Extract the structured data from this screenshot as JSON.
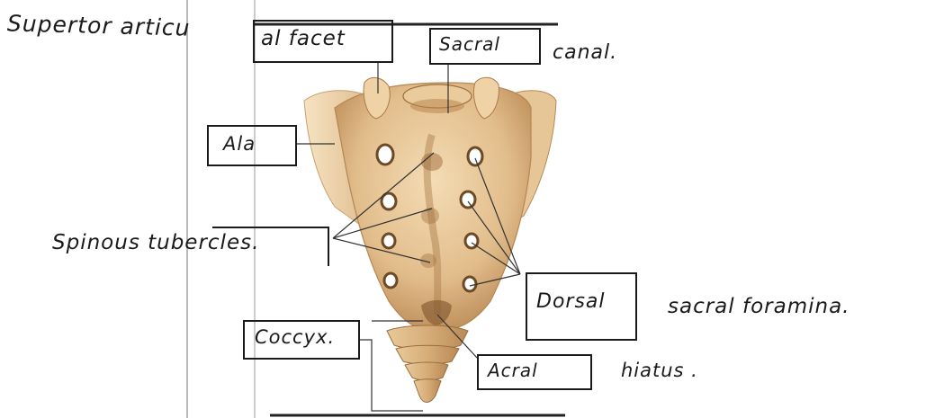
{
  "labels": {
    "superior_articular_facet_part1": "Supertor articu",
    "superior_articular_facet_part2": "al facet",
    "sacral_canal_box": "Sacral",
    "sacral_canal_tail": "canal.",
    "ala": "Ala",
    "spinous_tubercles": "Spinous tubercles.",
    "dorsal_sacral_foramina_box": "Dorsal",
    "dorsal_sacral_foramina_tail": "sacral foramina.",
    "coccyx": "Coccyx.",
    "sacral_hiatus_box": "Acral",
    "sacral_hiatus_tail": "hiatus ."
  },
  "colors": {
    "bone_light": "#f2d9b0",
    "bone_mid": "#dcb483",
    "bone_dark": "#a97a4a",
    "ink": "#1b1b1b",
    "paper": "#ffffff"
  }
}
